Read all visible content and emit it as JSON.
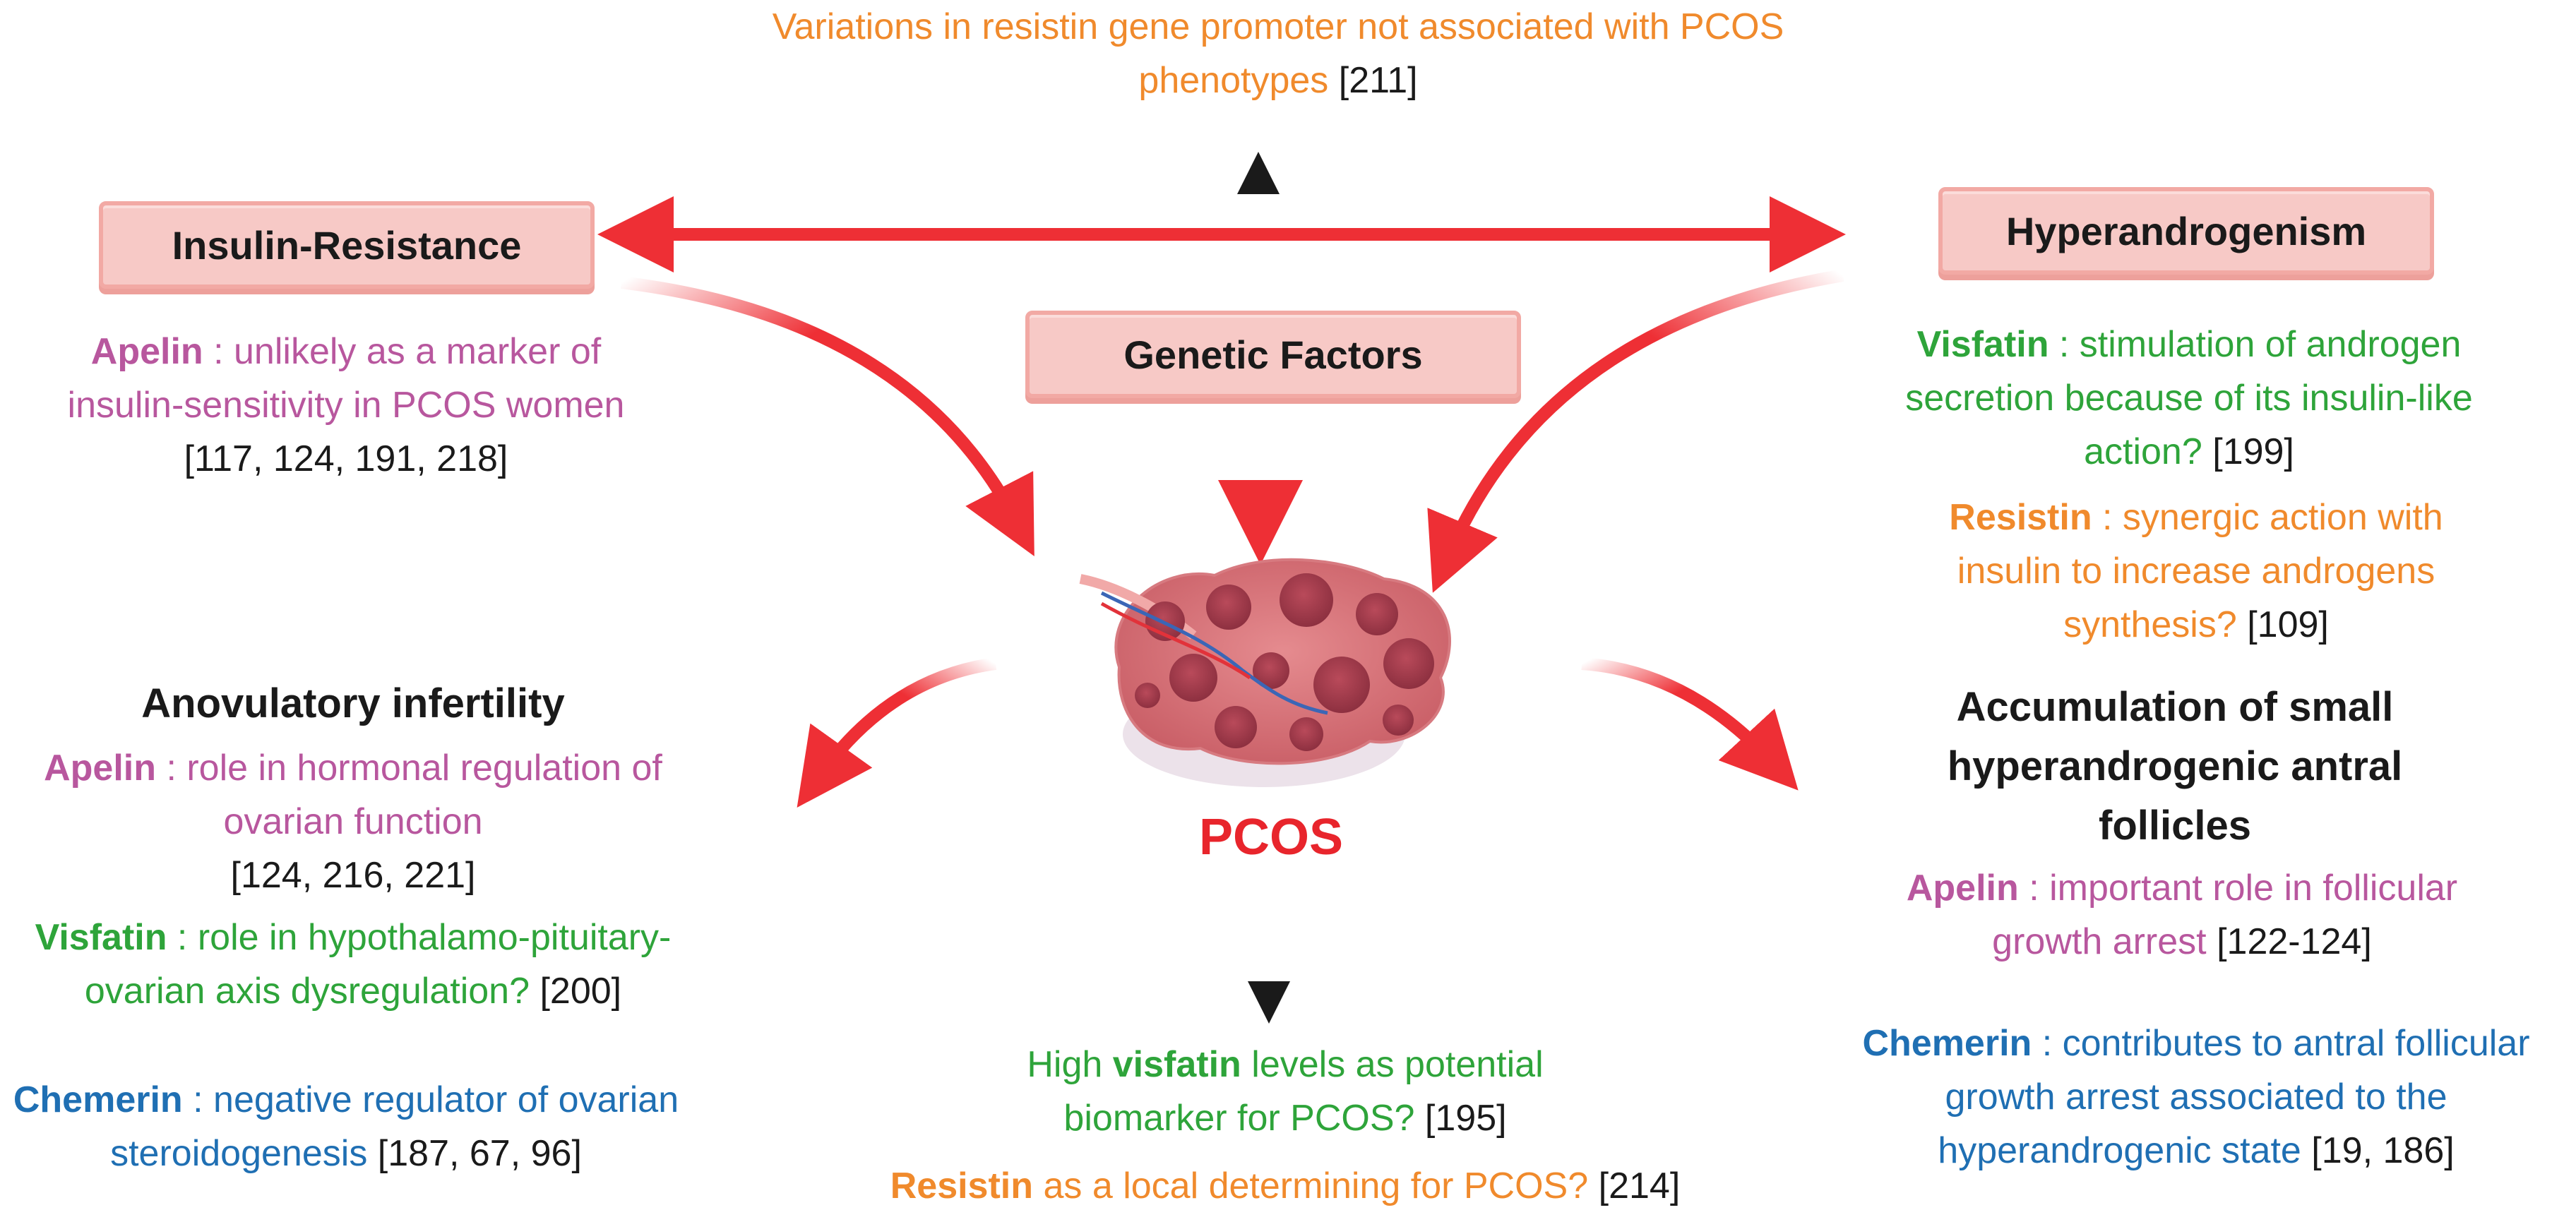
{
  "top_note": {
    "text": "Variations in resistin gene promoter not associated with PCOS phenotypes",
    "ref": "[211]"
  },
  "boxes": {
    "insulin_resistance": "Insulin-Resistance",
    "hyperandrogenism": "Hyperandrogenism",
    "genetic_factors": "Genetic Factors"
  },
  "center_label": "PCOS",
  "insulin_note": {
    "adipokine": "Apelin",
    "text": " : unlikely as a marker of insulin-sensitivity in PCOS women",
    "ref": "[117, 124, 191, 218]"
  },
  "hyperandrogenism_notes": [
    {
      "adipokine": "Visfatin",
      "text": " : stimulation of androgen secretion because of its insulin-like action?",
      "ref": " [199]"
    },
    {
      "adipokine": "Resistin",
      "text": " : synergic action with insulin to increase androgens synthesis?",
      "ref": " [109]"
    }
  ],
  "anovulatory": {
    "title": "Anovulatory infertility",
    "notes": [
      {
        "adipokine": "Apelin",
        "text": " : role in hormonal regulation of ovarian function",
        "ref": "[124, 216, 221]"
      },
      {
        "adipokine": "Visfatin",
        "text": " : role in hypothalamo-pituitary-ovarian axis dysregulation?",
        "ref": " [200]"
      },
      {
        "adipokine": "Chemerin",
        "text": " : negative regulator of ovarian steroidogenesis",
        "ref": " [187, 67, 96]"
      }
    ]
  },
  "follicles": {
    "title": "Accumulation of small hyperandrogenic antral follicles",
    "notes": [
      {
        "adipokine": "Apelin",
        "text": " : important role in follicular growth arrest",
        "ref": " [122-124]"
      },
      {
        "adipokine": "Chemerin",
        "text": " : contributes to antral follicular growth arrest associated to the hyperandrogenic state",
        "ref": " [19, 186]"
      }
    ]
  },
  "bottom_notes": [
    {
      "prefix": "High ",
      "adipokine": "visfatin",
      "text": " levels as potential biomarker for PCOS?",
      "ref": " [195]"
    },
    {
      "prefix": "",
      "adipokine": "Resistin",
      "text": " as a local determining for PCOS?",
      "ref": " [214]"
    }
  ],
  "colors": {
    "apelin": "#b8579e",
    "visfatin": "#2ea43a",
    "resistin": "#f08a2c",
    "chemerin": "#1f6fb3",
    "arrow_red": "#ee2f35",
    "arrow_black": "#1a1a1a",
    "box_fill": "#f7c9c6"
  }
}
